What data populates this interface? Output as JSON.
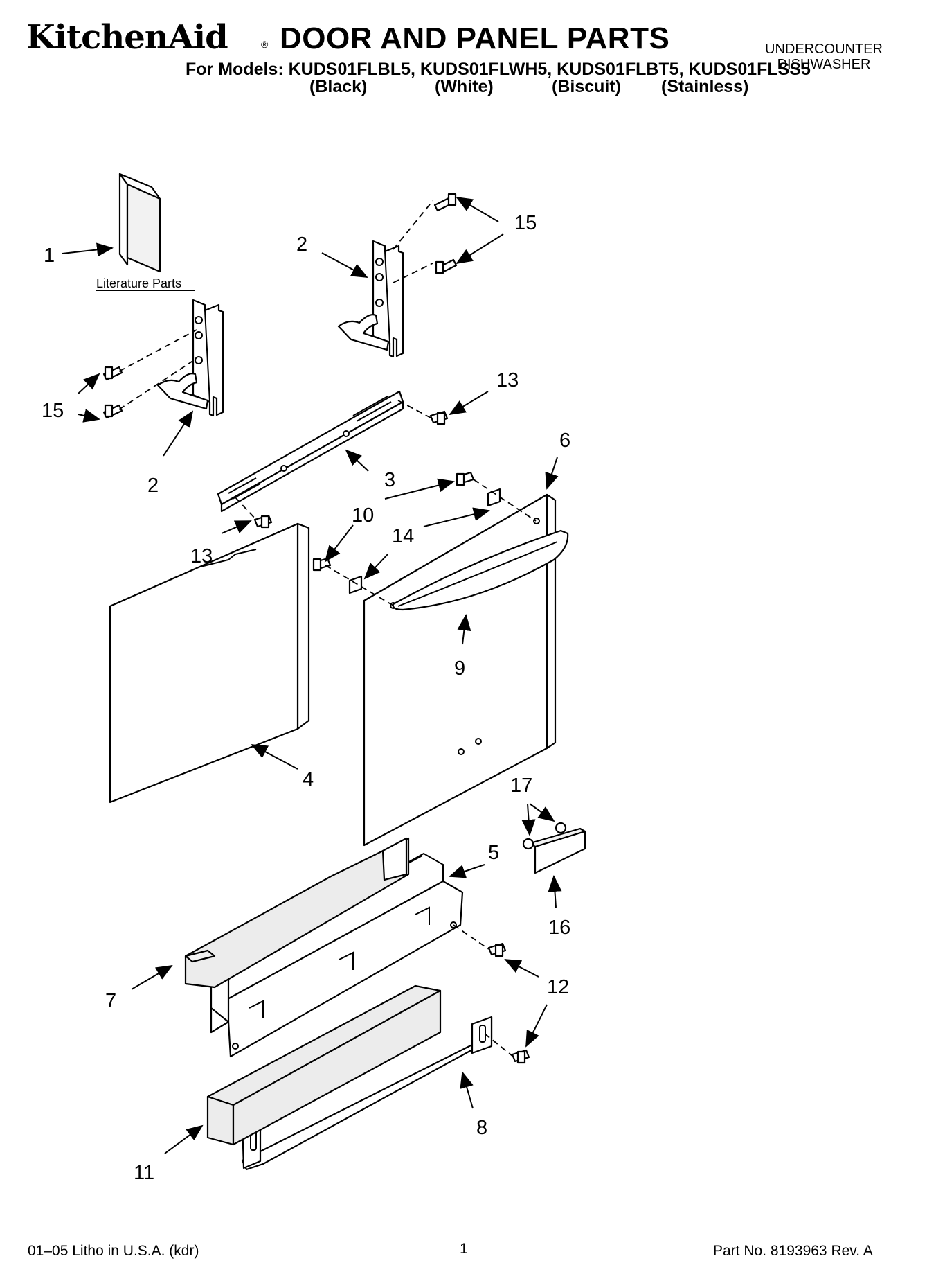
{
  "header": {
    "brand": "KitchenAid",
    "brand_mark": "®",
    "title": "DOOR AND PANEL PARTS",
    "models_line": "For Models: KUDS01FLBL5, KUDS01FLWH5, KUDS01FLBT5, KUDS01FLSS5",
    "colors": [
      "(Black)",
      "(White)",
      "(Biscuit)",
      "(Stainless)"
    ],
    "product_type": [
      "UNDERCOUNTER",
      "DISHWASHER"
    ]
  },
  "diagram": {
    "literature_label": "Literature Parts",
    "callouts": [
      "1",
      "2",
      "15",
      "2",
      "15",
      "13",
      "3",
      "6",
      "10",
      "14",
      "13",
      "9",
      "4",
      "17",
      "5",
      "16",
      "12",
      "7",
      "8",
      "11"
    ]
  },
  "footer": {
    "left": "01–05 Litho in U.S.A. (kdr)",
    "page": "1",
    "right": "Part No. 8193963 Rev. A"
  }
}
